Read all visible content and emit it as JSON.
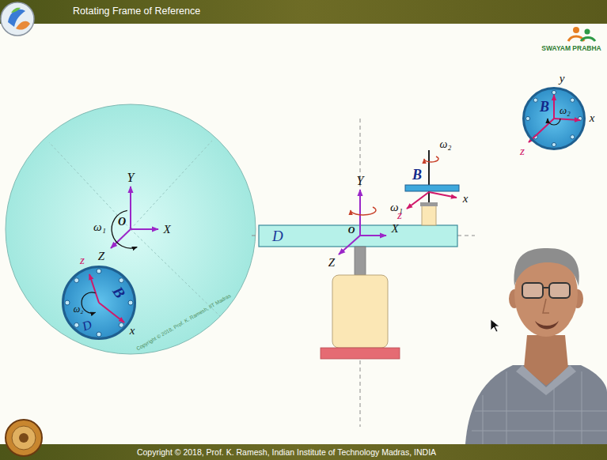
{
  "diagram": {
    "title": "Rotating Frame of Reference",
    "caption": "Copyright © 2018, Prof. K. Ramesh, Indian Institute of Technology Madras, INDIA",
    "nodes": [
      {
        "text": [
          "B",
          "D"
        ]
      },
      {
        "text": [
          "D"
        ]
      },
      {
        "text": [
          "B"
        ]
      }
    ],
    "labels": [
      "SWAYAM PRABHA",
      "y",
      "x",
      "ω₂",
      "z",
      "ω₂",
      "B",
      "x",
      "z",
      "Y",
      "ω₁",
      "O",
      "X",
      "Z",
      "Y",
      "ω₁",
      "O",
      "X",
      "Z",
      "z",
      "ω₂",
      "x",
      "Copyright © 2018, Prof. K. Ramesh, IIT Madras"
    ]
  }
}
